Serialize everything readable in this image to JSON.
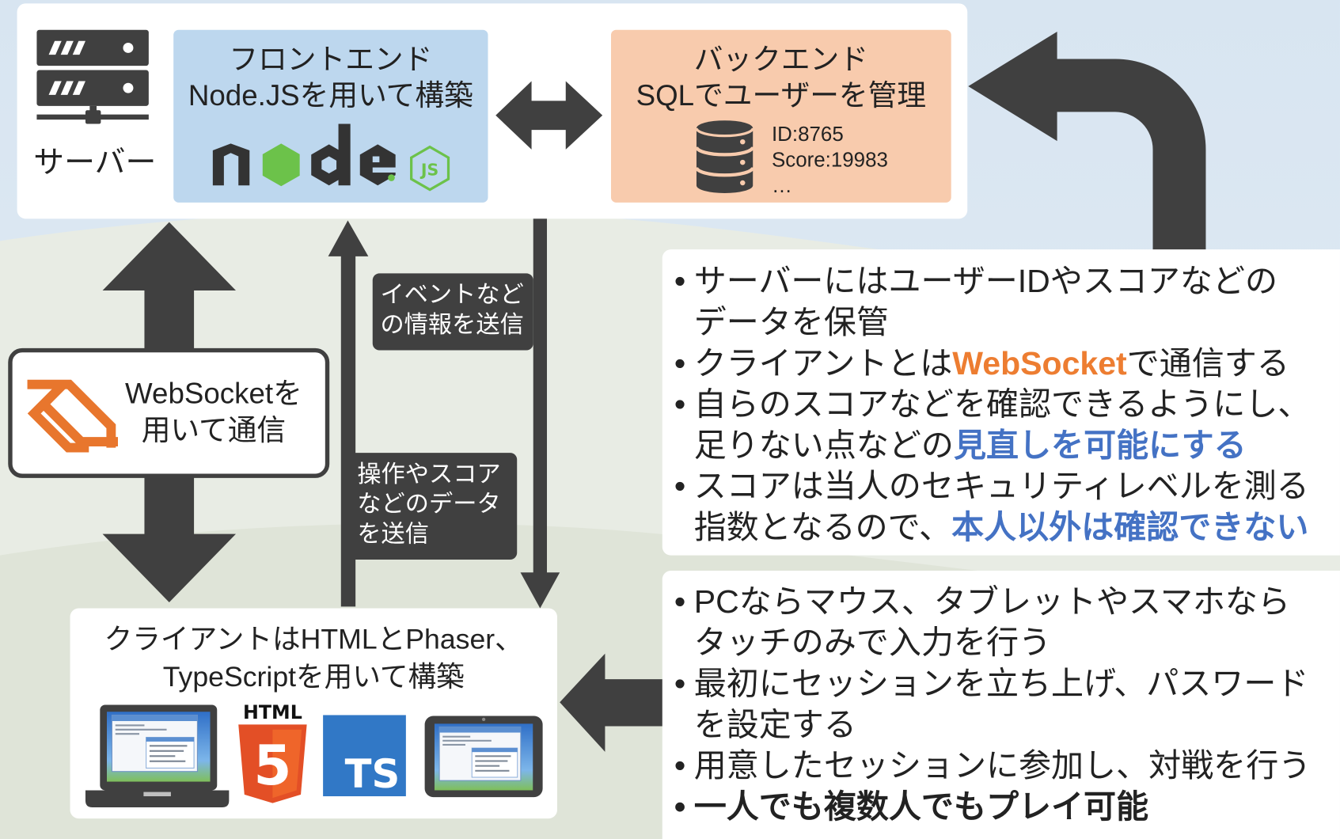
{
  "server": {
    "label": "サーバー",
    "icon": "server-rack-icon"
  },
  "frontend": {
    "title": "フロントエンド",
    "subtitle": "Node.JSを用いて構築",
    "logo_icon": "nodejs-logo-icon",
    "logo_badge": "JS",
    "background": "#bdd7ee",
    "logo_green": "#6cc24a"
  },
  "backend": {
    "title": "バックエンド",
    "subtitle": "SQLでユーザーを管理",
    "icon": "database-icon",
    "records": [
      "ID:8765",
      "Score:19983",
      "…"
    ],
    "background": "#f8cbad"
  },
  "link_frontend_backend": {
    "icon": "double-arrow-horizontal-icon"
  },
  "websocket": {
    "icon": "websocket-logo-icon",
    "lines": [
      "WebSocketを",
      "用いて通信"
    ],
    "color": "#e8762d"
  },
  "events_label": {
    "lines": [
      "イベントなど",
      "の情報を送信"
    ]
  },
  "operations_label": {
    "lines": [
      "操作やスコア",
      "などのデータ",
      "を送信"
    ]
  },
  "client": {
    "lines": [
      "クライアントはHTMLとPhaser、",
      "TypeScriptを用いて構築"
    ],
    "laptop_icon": "laptop-icon",
    "tablet_icon": "tablet-icon",
    "html_logo": {
      "word": "HTML",
      "number": "5",
      "color": "#e34f26"
    },
    "ts_logo": {
      "text": "TS",
      "color": "#3178c6"
    }
  },
  "bullet": "•",
  "server_notes": [
    {
      "lines": [
        [
          {
            "text": "サーバーにはユーザーIDやスコアなどの"
          }
        ],
        [
          {
            "text": "データを保管"
          }
        ]
      ]
    },
    {
      "lines": [
        [
          {
            "text": "クライアントとは"
          },
          {
            "text": "WebSocket",
            "color": "#ed7d31"
          },
          {
            "text": "で通信する"
          }
        ]
      ]
    },
    {
      "lines": [
        [
          {
            "text": "自らのスコアなどを確認できるようにし、"
          }
        ],
        [
          {
            "text": "足りない点などの"
          },
          {
            "text": "見直しを可能にする",
            "color": "#4472c4"
          }
        ]
      ]
    },
    {
      "lines": [
        [
          {
            "text": "スコアは当人のセキュリティレベルを測る"
          }
        ],
        [
          {
            "text": "指数となるので、"
          },
          {
            "text": "本人以外は確認できない",
            "color": "#4472c4"
          }
        ]
      ]
    }
  ],
  "client_notes": [
    {
      "lines": [
        [
          {
            "text": "PCならマウス、タブレットやスマホなら"
          }
        ],
        [
          {
            "text": "タッチのみで入力を行う"
          }
        ]
      ]
    },
    {
      "lines": [
        [
          {
            "text": "最初にセッションを立ち上げ、パスワード"
          }
        ],
        [
          {
            "text": "を設定する"
          }
        ]
      ]
    },
    {
      "lines": [
        [
          {
            "text": "用意したセッションに参加し、対戦を行う"
          }
        ]
      ]
    },
    {
      "lines": [
        [
          {
            "text": "一人でも複数人でもプレイ可能",
            "bold": true
          }
        ]
      ]
    }
  ],
  "colors": {
    "arrow": "#404040",
    "text": "#222222",
    "sky": "#dce8f2",
    "hill": "#e8ece4",
    "panel": "#ffffff"
  }
}
